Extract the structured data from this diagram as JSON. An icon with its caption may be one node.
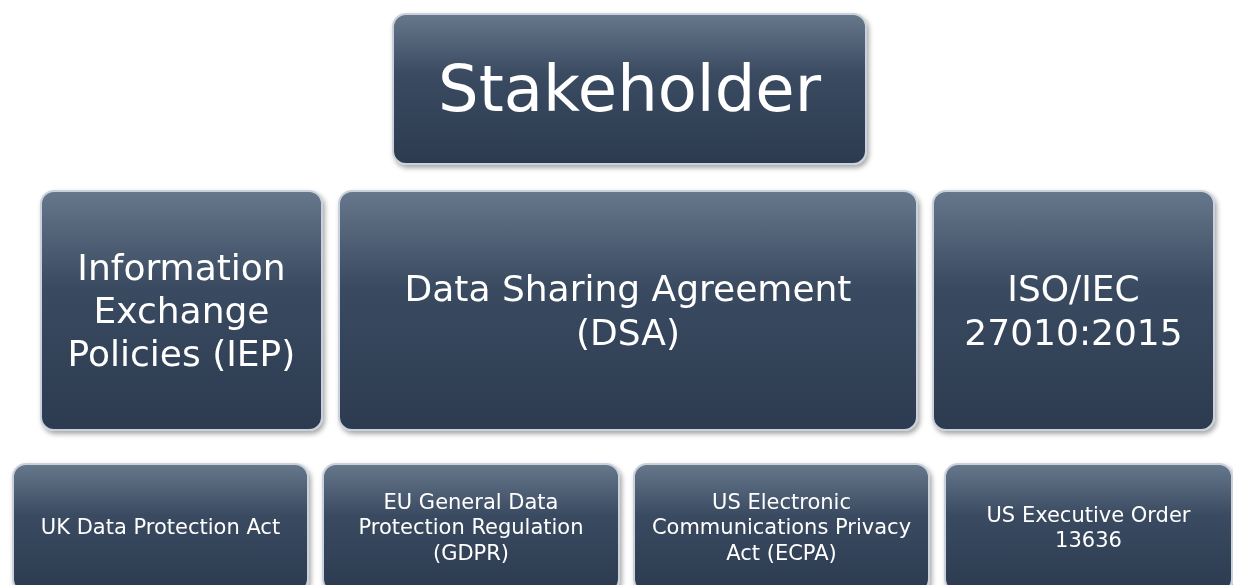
{
  "diagram": {
    "nodes": [
      {
        "text": [
          "Stakeholder"
        ]
      },
      {
        "text": [
          "Information Exchange Policies (IEP)"
        ]
      },
      {
        "text": [
          "Data Sharing Agreement (DSA)"
        ]
      },
      {
        "text": [
          "ISO/IEC 27010:2015"
        ]
      },
      {
        "text": [
          "UK Data Protection Act"
        ]
      },
      {
        "text": [
          "EU General Data Protection Regulation (GDPR)"
        ]
      },
      {
        "text": [
          "US Electronic Communications Privacy Act (ECPA)"
        ]
      },
      {
        "text": [
          "US Executive Order 13636"
        ]
      }
    ]
  }
}
